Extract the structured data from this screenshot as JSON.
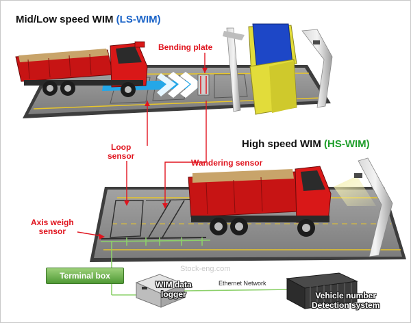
{
  "titles": {
    "ls_prefix": "Mid/Low speed WIM ",
    "ls_code": "(LS-WIM)",
    "hs_prefix": "High speed WIM ",
    "hs_code": "(HS-WIM)"
  },
  "labels": {
    "bending_plate": "Bending plate",
    "loop_sensor_line1": "Loop",
    "loop_sensor_line2": "sensor",
    "wandering_sensor": "Wandering sensor",
    "axis_weigh_line1": "Axis weigh",
    "axis_weigh_line2": "sensor",
    "terminal_box": "Terminal box",
    "wim_logger_line1": "WIM data",
    "wim_logger_line2": "logger",
    "ethernet": "Ethernet Network",
    "vehicle_line1": "Vehicle number",
    "vehicle_line2": "Detection system",
    "watermark": "Stock-eng.com"
  },
  "colors": {
    "title_ls_code": "#1b64c8",
    "title_hs_code": "#1e9e2a",
    "label_red": "#e0141e",
    "truck_red": "#d91818",
    "cargo_sand": "#c8a46a",
    "gantry_yellow": "#e2dc3a",
    "gantry_blue": "#1d47c7",
    "road_gray": "#8c8c8c",
    "road_edge": "#4a4a4a",
    "lane_yellow": "#e8c62b",
    "terminal_green": "#5fae3f",
    "wire_green": "#8cd06a"
  }
}
